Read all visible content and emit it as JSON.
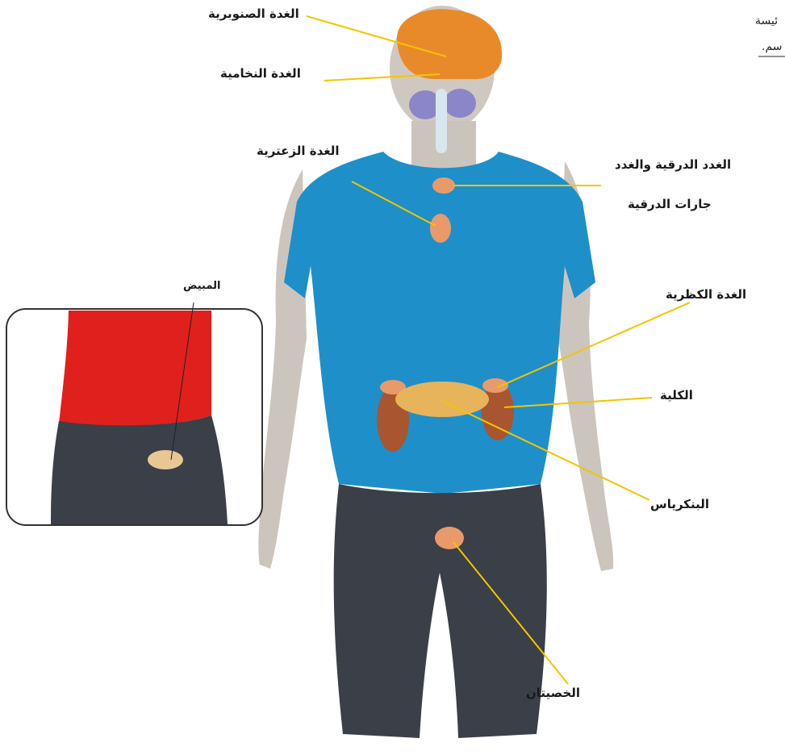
{
  "labels": {
    "pineal": "الغدة الصنوبرية",
    "pituitary": "الغدة النخامية",
    "thymus": "الغدة الزعترية",
    "thyroid_line1": "الغدد الدرقية والغدد",
    "thyroid_line2": "جارات الدرقية",
    "adrenal": "الغدة الكظرية",
    "kidney": "الكلية",
    "pancreas": "البنكرياس",
    "testes": "الخصيتان",
    "ovary": "المبيض"
  },
  "edge_text": {
    "line1": "ئيسة",
    "line2": "سم."
  },
  "colors": {
    "leader_line": "#f2c500",
    "shirt_blue": "#1f8fc9",
    "pants_dark": "#3a3f48",
    "skin": "#c9c2bb",
    "brain": "#e98a2a",
    "organ_orange": "#e99a6a",
    "kidney_brown": "#a9552f",
    "pancreas_yellow": "#e7b45c",
    "inset_shirt_red": "#e0201c",
    "inset_border": "#333333"
  }
}
